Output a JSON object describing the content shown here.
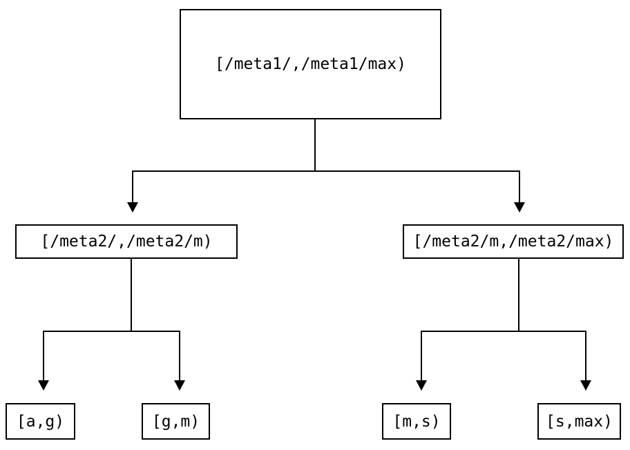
{
  "diagram": {
    "type": "interval-partition-tree",
    "colors": {
      "background": "#ffffff",
      "line": "#000000",
      "text": "#000000"
    },
    "root": {
      "label": "[/meta1/,/meta1/max)"
    },
    "level2": [
      {
        "label": "[/meta2/,/meta2/m)"
      },
      {
        "label": "[/meta2/m,/meta2/max)"
      }
    ],
    "leaves": [
      {
        "label": "[a,g)"
      },
      {
        "label": "[g,m)"
      },
      {
        "label": "[m,s)"
      },
      {
        "label": "[s,max)"
      }
    ]
  }
}
